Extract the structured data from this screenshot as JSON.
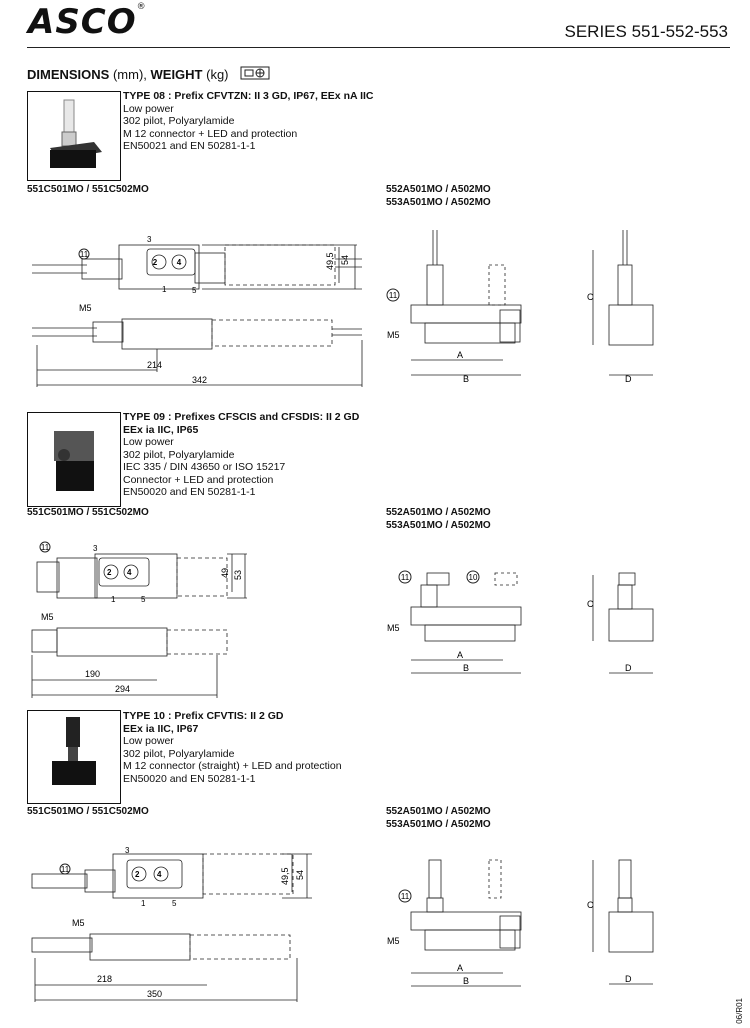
{
  "header": {
    "logo": "ASCO",
    "logo_mark": "®",
    "series": "SERIES 551-552-553"
  },
  "section_heading": {
    "dimensions": "DIMENSIONS",
    "dim_unit": " (mm), ",
    "weight": "WEIGHT",
    "weight_unit": " (kg)"
  },
  "types": [
    {
      "title": "TYPE 08 : Prefix CFVTZN:  II 3 GD, IP67, EEx nA IIC",
      "lines": [
        "Low power",
        "302 pilot, Polyarylamide",
        "M 12 connector + LED and protection",
        "EN50021 and EN 50281-1-1"
      ],
      "model_left": "551C501MO / 551C502MO",
      "model_right": [
        "552A501MO / A502MO",
        "553A501MO / A502MO"
      ],
      "dims": {
        "h1": "49,5",
        "h2": "54",
        "l1": "214",
        "l2": "342"
      }
    },
    {
      "title": "TYPE 09 : Prefixes CFSCIS and CFSDIS: II 2 GD",
      "title2": "EEx ia IIC, IP65",
      "lines": [
        "Low power",
        "302 pilot, Polyarylamide",
        "IEC 335 / DIN 43650 or ISO 15217",
        "Connector + LED and protection",
        "EN50020 and EN 50281-1-1"
      ],
      "model_left": "551C501MO / 551C502MO",
      "model_right": [
        "552A501MO / A502MO",
        "553A501MO / A502MO"
      ],
      "dims": {
        "h1": "49",
        "h2": "53",
        "l1": "190",
        "l2": "294"
      }
    },
    {
      "title": "TYPE 10 : Prefix CFVTIS: II 2 GD",
      "title2": "EEx ia IIC, IP67",
      "lines": [
        "Low power",
        "302 pilot, Polyarylamide",
        "M 12 connector (straight) + LED and protection",
        "EN50020 and EN 50281-1-1"
      ],
      "model_left": "551C501MO / 551C502MO",
      "model_right": [
        "552A501MO / A502MO",
        "553A501MO / A502MO"
      ],
      "dims": {
        "h1": "49,5",
        "h2": "54",
        "l1": "218",
        "l2": "350"
      }
    }
  ],
  "labels": {
    "port1": "1",
    "port2": "2",
    "port3": "3",
    "port4": "4",
    "port5": "5",
    "callout11": "11",
    "callout10": "10",
    "m5": "M5",
    "A": "A",
    "B": "B",
    "C": "C",
    "D": "D"
  },
  "side_code": "06/R01"
}
